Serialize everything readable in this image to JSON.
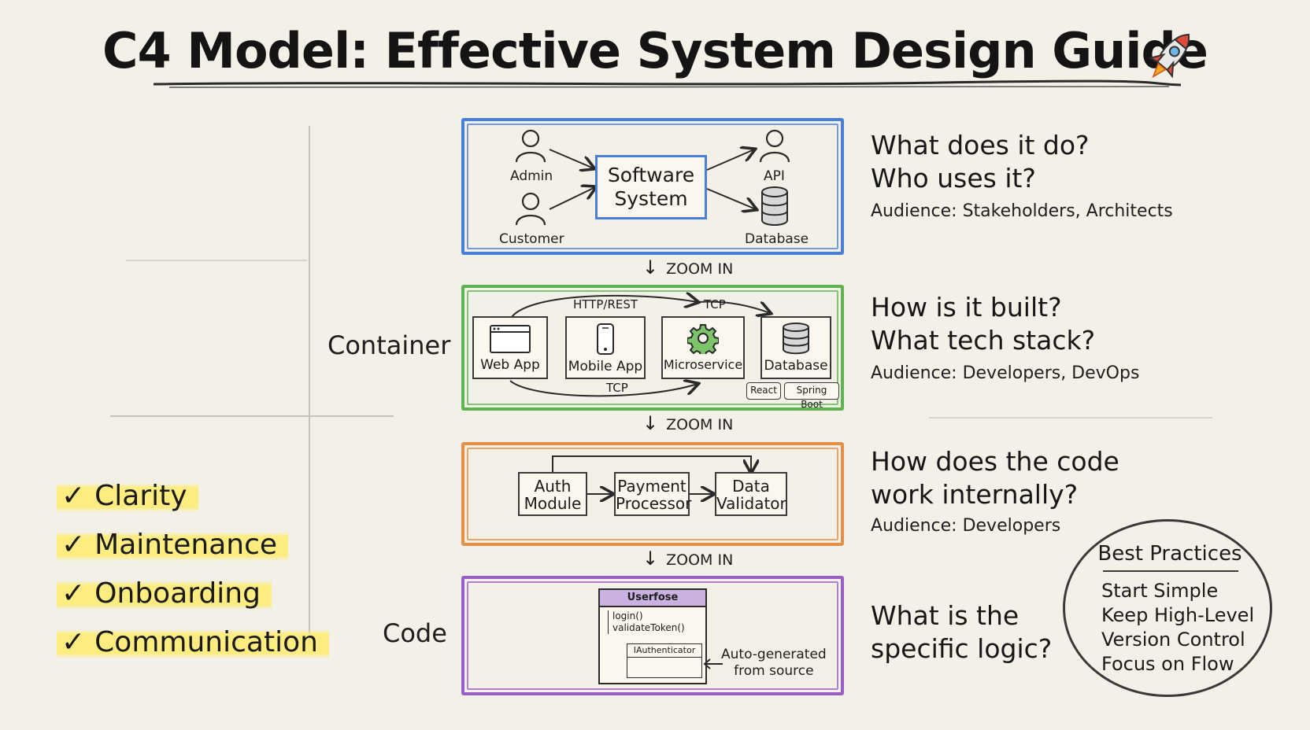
{
  "title": "C4 Model: Effective System Design Guide",
  "icons": {
    "title": "rocket-icon",
    "person": "person-icon",
    "database": "database-icon",
    "browser": "browser-window-icon",
    "mobile": "mobile-phone-icon",
    "gear": "gear-icon"
  },
  "colors": {
    "context": "#4a7fd6",
    "container": "#5fb350",
    "component": "#e3914a",
    "code": "#9a5fc7",
    "highlight": "#ffec6e"
  },
  "context": {
    "admin": "Admin",
    "customer": "Customer",
    "system_line1": "Software",
    "system_line2": "System",
    "api": "API",
    "database": "Database"
  },
  "zoom_label": "ZOOM IN",
  "container": {
    "label": "Container",
    "http": "HTTP/REST",
    "tcp_top": "TCP",
    "tcp_bottom": "TCP",
    "web_app": "Web App",
    "mobile_app": "Mobile App",
    "microservice": "Microservice",
    "database": "Database",
    "tag_react": "React",
    "tag_spring": "Spring Boot"
  },
  "component": {
    "auth_line1": "Auth",
    "auth_line2": "Module",
    "payment_line1": "Payment",
    "payment_line2": "Processor",
    "validator_line1": "Data",
    "validator_line2": "Validator"
  },
  "code": {
    "label": "Code",
    "class_name": "Userfose",
    "method1": "login()",
    "method2": "validateToken()",
    "interface": "IAuthenticator",
    "note_line1": "Auto-generated",
    "note_line2": "from source"
  },
  "questions": {
    "context_q1": "What does it do?",
    "context_q2": "Who uses it?",
    "context_audience": "Audience: Stakeholders, Architects",
    "container_q1": "How is it built?",
    "container_q2": "What tech stack?",
    "container_audience": "Audience: Developers, DevOps",
    "component_q1": "How does the code",
    "component_q2": "work internally?",
    "component_audience": "Audience: Developers",
    "code_q1": "What is the",
    "code_q2": "specific logic?"
  },
  "benefits": [
    "Clarity",
    "Maintenance",
    "Onboarding",
    "Communication"
  ],
  "benefit_check": "✓",
  "best_practices": {
    "title": "Best Practices",
    "items": [
      "Start Simple",
      "Keep High-Level",
      "Version Control",
      "Focus on Flow"
    ]
  }
}
